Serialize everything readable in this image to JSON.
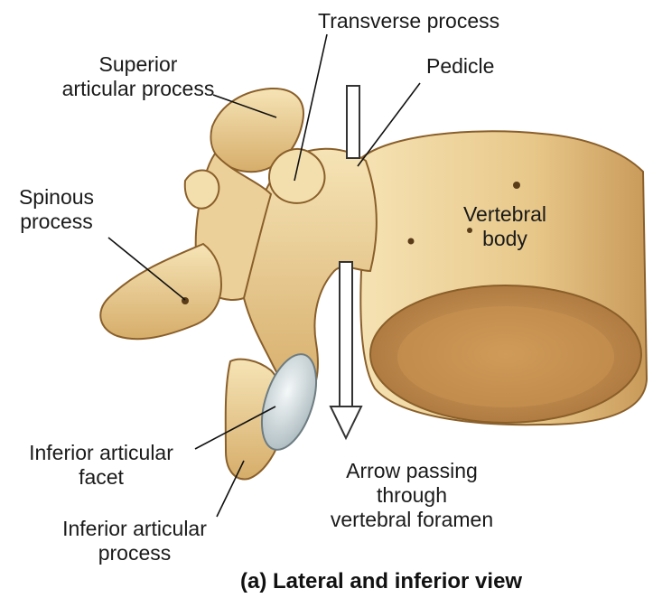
{
  "labels": {
    "transverse_process": "Transverse process",
    "superior_articular_process": [
      "Superior",
      "articular process"
    ],
    "pedicle": "Pedicle",
    "spinous_process": [
      "Spinous",
      "process"
    ],
    "vertebral_body": [
      "Vertebral",
      "body"
    ],
    "inferior_articular_facet": [
      "Inferior articular",
      "facet"
    ],
    "arrow_vertebral_foramen": [
      "Arrow passing",
      "through",
      "vertebral foramen"
    ],
    "inferior_articular_process": [
      "Inferior articular",
      "process"
    ]
  },
  "caption": "(a) Lateral and inferior view",
  "colors": {
    "bone_light": "#f3dfae",
    "bone_mid": "#e2bf7c",
    "bone_dark": "#b98a4a",
    "shadow": "#8a5f2a",
    "endplate": "#c99450",
    "facet": "#d8e2e6",
    "leader": "#111111"
  }
}
